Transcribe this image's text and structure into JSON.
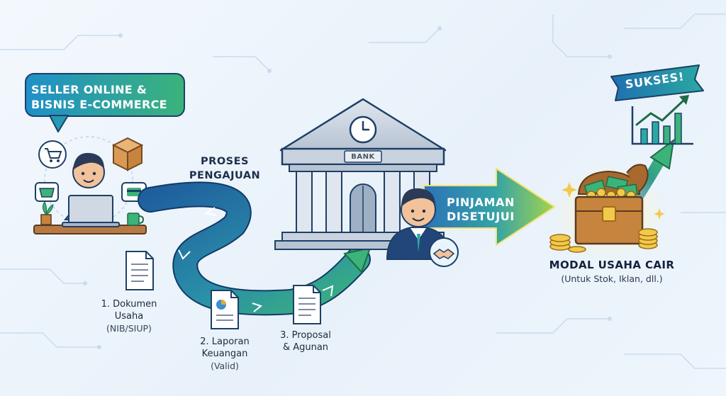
{
  "seller_bubble": {
    "line1": "SELLER ONLINE &",
    "line2": "BISNIS E-COMMERCE"
  },
  "process": {
    "title_line1": "PROSES",
    "title_line2": "PENGAJUAN"
  },
  "steps": [
    {
      "line1": "1. Dokumen",
      "line2": "Usaha",
      "sub": "(NIB/SIUP)"
    },
    {
      "line1": "2. Laporan",
      "line2": "Keuangan",
      "sub": "(Valid)"
    },
    {
      "line1": "3. Proposal",
      "line2": "& Agunan",
      "sub": ""
    }
  ],
  "bank": {
    "label": "BANK"
  },
  "approval": {
    "line1": "PINJAMAN",
    "line2": "DISETUJUI"
  },
  "outcome": {
    "title": "MODAL USAHA CAIR",
    "subtitle": "(Untuk Stok, Iklan, dll.)"
  },
  "success_banner": {
    "label": "SUKSES!"
  },
  "colors": {
    "teal": "#2aa9a3",
    "blue": "#2e6fb5",
    "navy": "#1d2f4a",
    "green": "#3bb37a",
    "gold": "#e2a93a"
  },
  "icons": [
    "laptop-icon",
    "shopping-cart-icon",
    "parcel-box-icon",
    "basket-icon",
    "credit-card-icon",
    "document-icon",
    "bank-building-icon",
    "clock-icon",
    "handshake-icon",
    "treasure-chest-icon",
    "growth-chart-icon"
  ]
}
